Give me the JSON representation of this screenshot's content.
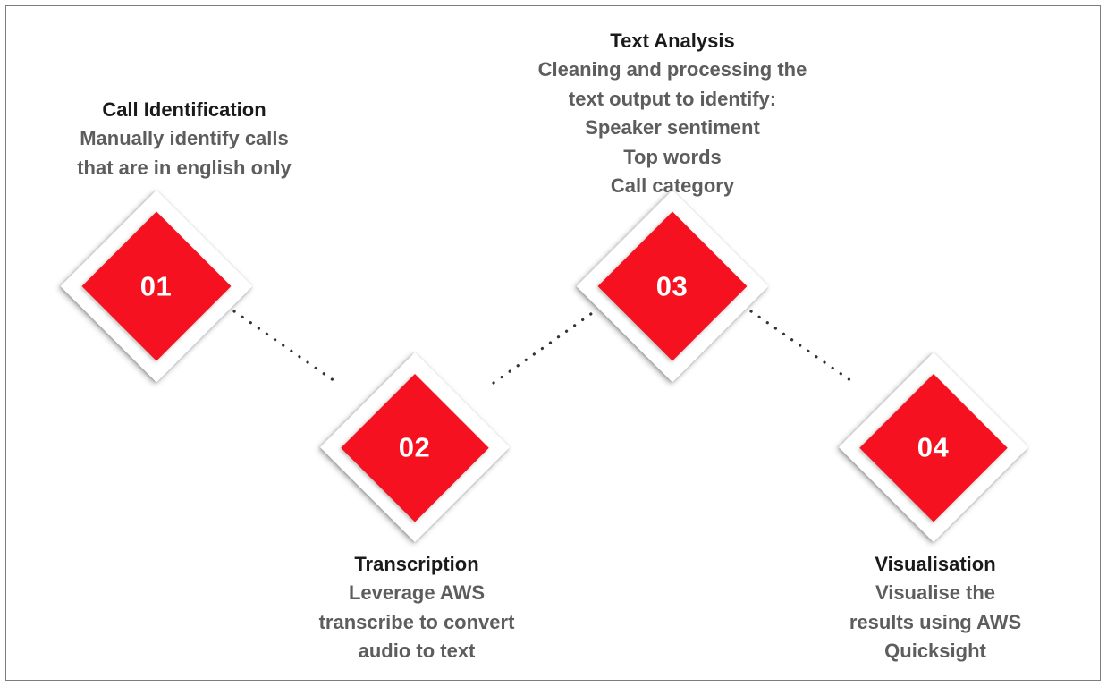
{
  "diagram": {
    "type": "process-flow",
    "orientation": "zigzag-horizontal",
    "colors": {
      "accent_red": "#f5111f",
      "node_fill": "#ffffff",
      "number_text": "#ffffff",
      "title_text": "#1a1a1a",
      "body_text": "#5d5d5d",
      "connector": "#333333",
      "frame_border": "#7d7d7d",
      "background": "#ffffff"
    },
    "steps": [
      {
        "number": "01",
        "title": "Call Identification",
        "body": "Manually identify calls\nthat are in english only",
        "caption_position": "above"
      },
      {
        "number": "02",
        "title": "Transcription",
        "body": "Leverage AWS\ntranscribe to convert\naudio to text",
        "caption_position": "below"
      },
      {
        "number": "03",
        "title": "Text Analysis",
        "body": "Cleaning and processing the\ntext output to identify:\nSpeaker sentiment\nTop words\nCall category",
        "caption_position": "above"
      },
      {
        "number": "04",
        "title": "Visualisation",
        "body": "Visualise the\nresults using AWS\nQuicksight",
        "caption_position": "below"
      }
    ],
    "connectors": [
      {
        "from": "01",
        "to": "02",
        "style": "dotted"
      },
      {
        "from": "02",
        "to": "03",
        "style": "dotted"
      },
      {
        "from": "03",
        "to": "04",
        "style": "dotted"
      }
    ]
  }
}
